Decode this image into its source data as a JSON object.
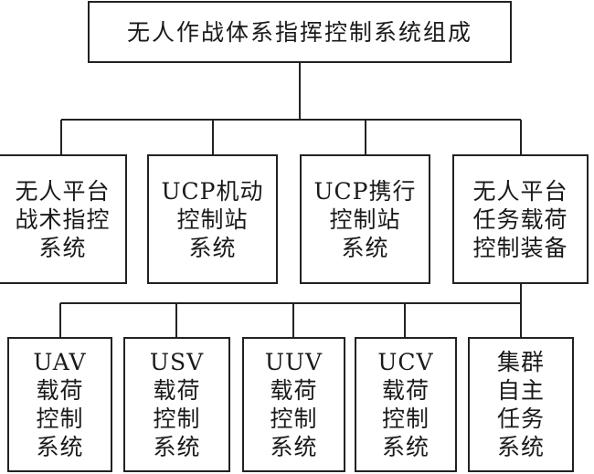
{
  "root": {
    "label": "无人作战体系指挥控制系统组成"
  },
  "level2": [
    {
      "label": "无人平台\n战术指控\n系统"
    },
    {
      "label": "UCP机动\n控制站\n系统"
    },
    {
      "label": "UCP携行\n控制站\n系统"
    },
    {
      "label": "无人平台\n任务载荷\n控制装备"
    }
  ],
  "level3": [
    {
      "label": "UAV\n载荷\n控制\n系统"
    },
    {
      "label": "USV\n载荷\n控制\n系统"
    },
    {
      "label": "UUV\n载荷\n控制\n系统"
    },
    {
      "label": "UCV\n载荷\n控制\n系统"
    },
    {
      "label": "集群\n自主\n任务\n系统"
    }
  ]
}
